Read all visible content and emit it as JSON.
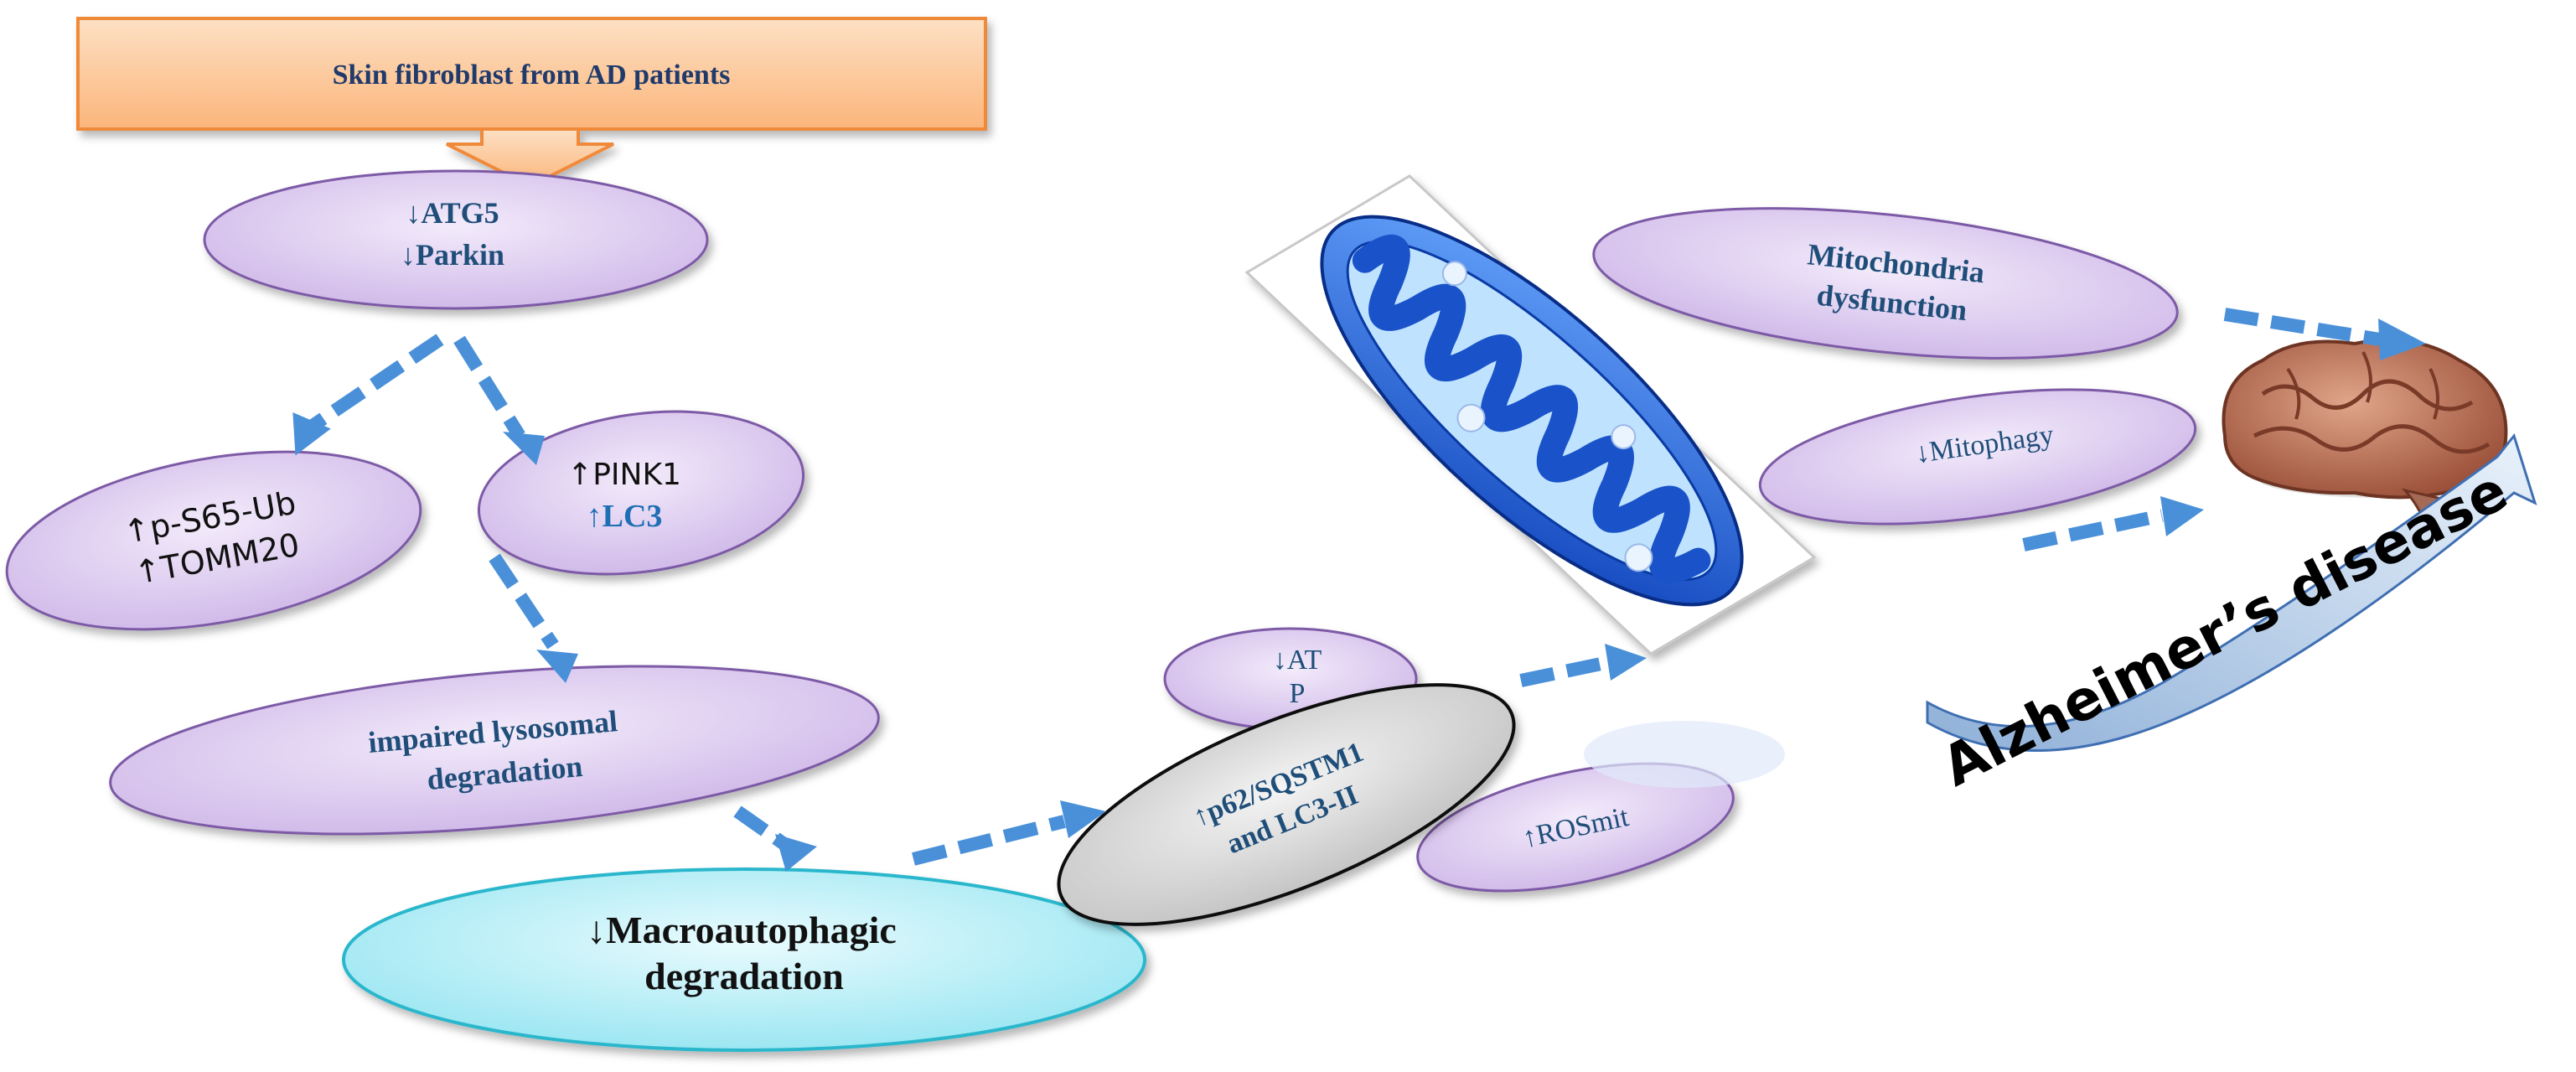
{
  "header_box": {
    "label": "Skin fibroblast from AD patients"
  },
  "nodes": {
    "atg5_parkin": {
      "line1": "↓ATG5",
      "line2": "↓Parkin"
    },
    "ps65_tomm20": {
      "line1": "↑p-S65-Ub",
      "line2": "↑TOMM20"
    },
    "pink1_lc3": {
      "line1": "↑PINK1",
      "line2": "↑LC3"
    },
    "lysosomal": {
      "line1": "impaired lysosomal",
      "line2": "degradation"
    },
    "macroautophagic": {
      "line1": "↓Macroautophagic",
      "line2": "degradation"
    },
    "atp": {
      "line1": "↓AT",
      "line2": "P"
    },
    "p62": {
      "line1": "↑p62/SQSTM1",
      "line2": "and LC3-II"
    },
    "rosmit": {
      "label": "↑ROSmit"
    },
    "mitophagy": {
      "label": "↓Mitophagy"
    },
    "mito_dysfunction": {
      "line1": "Mitochondria",
      "line2": "dysfunction"
    }
  },
  "disease_label": "Alzheimer’s disease",
  "colors": {
    "header_fill": "#fcc89a",
    "header_stroke": "#f08a3a",
    "ellipse_fill": "#dcc8ef",
    "ellipse_stroke": "#7d5aa6",
    "macro_fill": "#a8ecf5",
    "macro_stroke": "#2cb7cc",
    "p62_fill": "#d6d6d6",
    "arrow": "#4a90d9",
    "text_blue": "#1f4e79"
  },
  "icons": [
    "mitochondrion-illustration",
    "brain-illustration",
    "curved-arrow-icon"
  ]
}
